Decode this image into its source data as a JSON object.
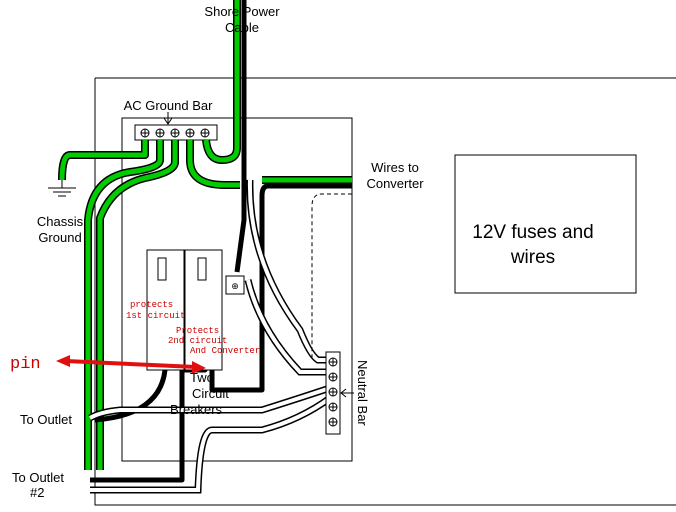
{
  "labels": {
    "shore_power_line1": "Shore Power",
    "shore_power_line2": "Cable",
    "ac_ground_bar": "AC Ground Bar",
    "wires_to_line1": "Wires to",
    "wires_to_line2": "Converter",
    "chassis_line1": "Chassis",
    "chassis_line2": "Ground",
    "fuses_line1": "12V fuses and",
    "fuses_line2": "wires",
    "protects1_line1": "protects",
    "protects1_line2": "1st circuit",
    "protects2_line1": "Protects",
    "protects2_line2": "2nd circuit",
    "protects2_line3": "And Converter",
    "pin": "pin",
    "breakers_line1": "Two",
    "breakers_line2": "Circuit",
    "breakers_line3": "Breakers",
    "neutral_bar": "Neutral Bar",
    "to_outlet": "To Outlet",
    "to_outlet2_line1": "To Outlet",
    "to_outlet2_line2": "#2",
    "terminal_symbol": "⊕"
  },
  "colors": {
    "ground_green": "#00cc00",
    "hot_black": "#000000",
    "pin_arrow": "#e01010",
    "note_text": "#cc0000"
  }
}
